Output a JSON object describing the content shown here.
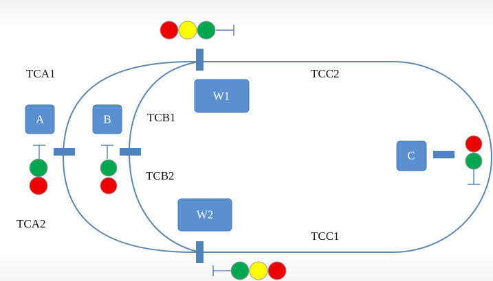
{
  "blocks": {
    "a": "A",
    "b": "B",
    "c": "C",
    "w1": "W1",
    "w2": "W2"
  },
  "tracks": {
    "tca1": "TCA1",
    "tca2": "TCA2",
    "tcb1": "TCB1",
    "tcb2": "TCB2",
    "tcc1": "TCC1",
    "tcc2": "TCC2"
  },
  "colors": {
    "track": "#5f86ad",
    "block": "#5b90d0",
    "signal_red": "#ee0000",
    "signal_green": "#00a650",
    "signal_yellow": "#ffff00"
  },
  "signals": {
    "top": [
      "red",
      "yellow",
      "green"
    ],
    "bottom": [
      "green",
      "yellow",
      "red"
    ],
    "left_a": [
      "green",
      "red"
    ],
    "left_b": [
      "green",
      "red"
    ],
    "right_c": [
      "red",
      "green"
    ]
  }
}
